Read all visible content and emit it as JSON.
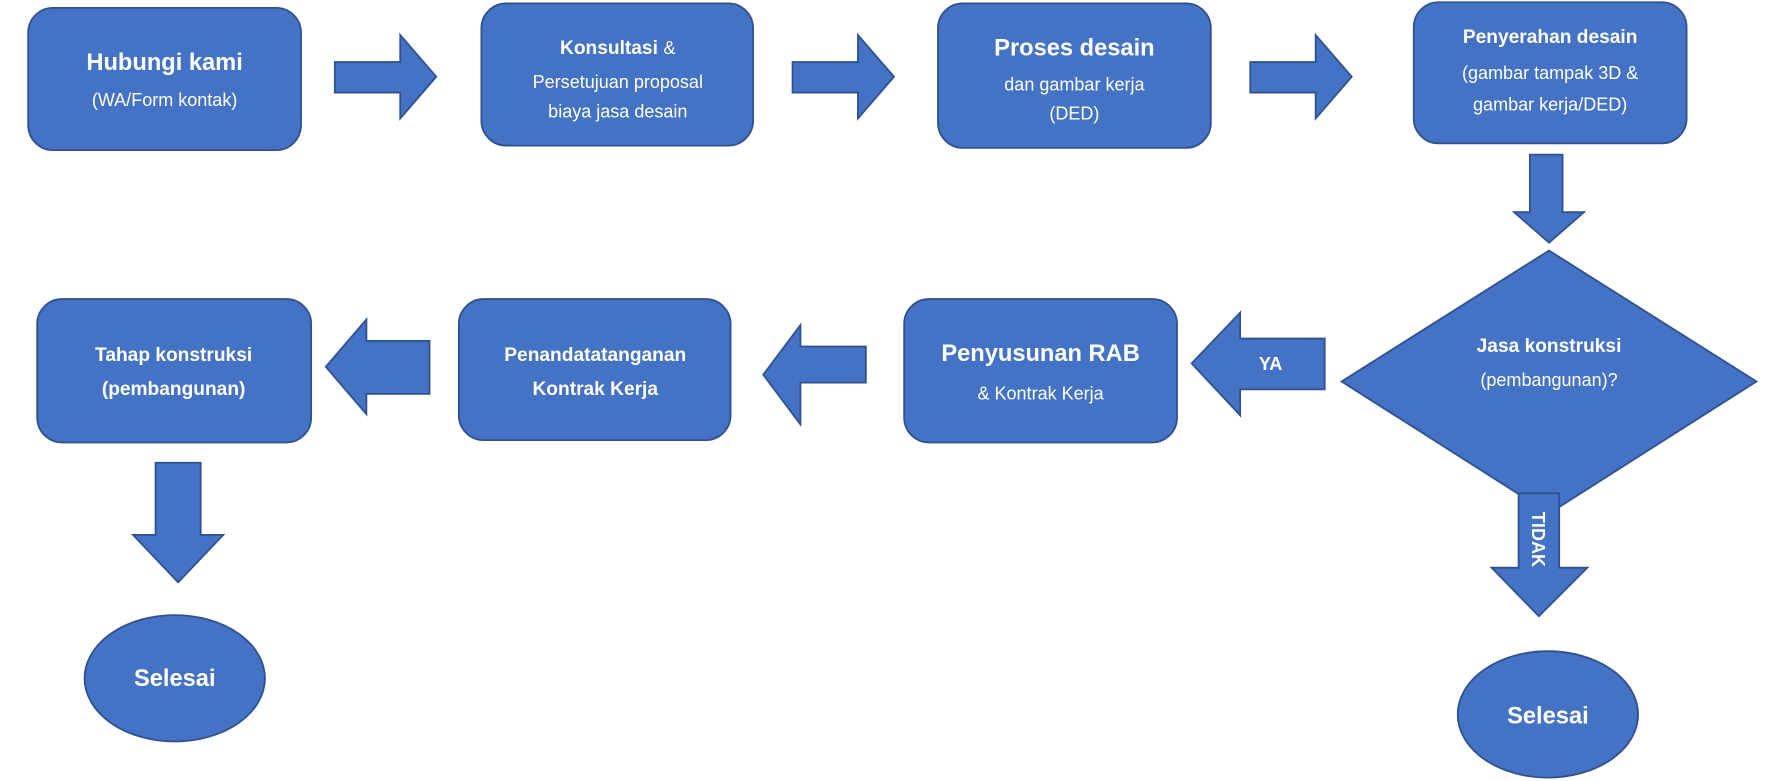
{
  "colors": {
    "fill": "#4472C4",
    "stroke": "#2F528F",
    "text": "#ffffff"
  },
  "steps": {
    "hubungi": {
      "title": "Hubungi kami",
      "sub": "(WA/Form kontak)"
    },
    "konsultasi": {
      "title": "Konsultasi",
      "title_suffix": "&",
      "sub1": "Persetujuan proposal",
      "sub2": "biaya jasa desain"
    },
    "proses": {
      "title": "Proses desain",
      "sub1": "dan gambar kerja",
      "sub2": "(DED)"
    },
    "penyerahan": {
      "title": "Penyerahan desain",
      "sub1": "(gambar tampak 3D &",
      "sub2": "gambar kerja/DED)"
    },
    "decision": {
      "line1": "Jasa konstruksi",
      "line2": "(pembangunan)?"
    },
    "rab": {
      "title": "Penyusunan RAB",
      "sub": "& Kontrak Kerja"
    },
    "kontrak": {
      "line1": "Penandatatanganan",
      "line2": "Kontrak Kerja"
    },
    "konstruksi": {
      "line1": "Tahap konstruksi",
      "line2": "(pembangunan)"
    },
    "end_left": {
      "label": "Selesai"
    },
    "end_right": {
      "label": "Selesai"
    }
  },
  "branches": {
    "yes": "YA",
    "no": "TIDAK"
  }
}
